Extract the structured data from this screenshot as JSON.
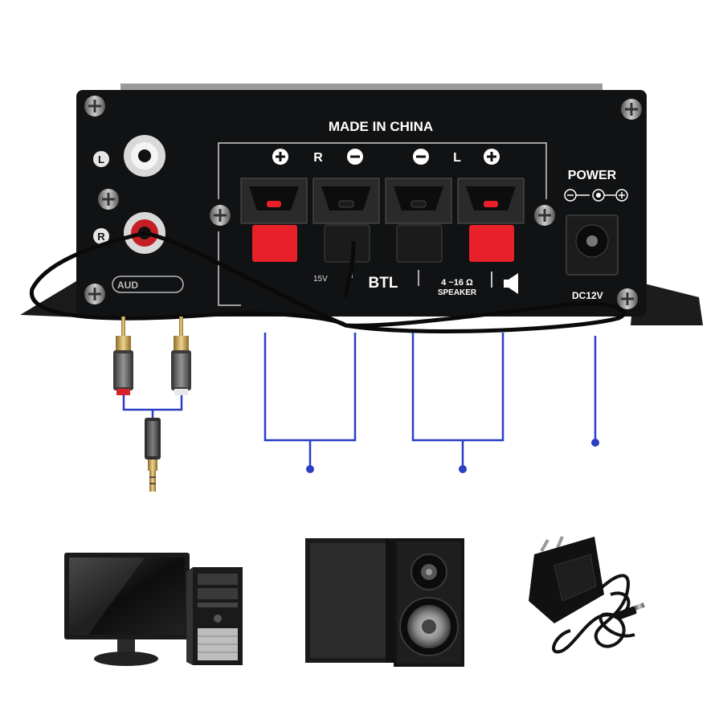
{
  "panel": {
    "made_in": "MADE IN CHINA",
    "jack_left": "L",
    "jack_right": "R",
    "ch_right": "R",
    "ch_left": "L",
    "btl": "BTL",
    "impedance": "4 ~16 Ω",
    "speaker": "SPEAKER",
    "power": "POWER",
    "dc": "DC12V",
    "audio_partial": "AUD",
    "volt_partial": "15V"
  },
  "colors": {
    "panel": "#111214",
    "connector_lines": "#2b3fc4",
    "terminal_red": "#e8202a",
    "terminal_black": "#1b1b1b"
  },
  "devices": [
    "computer-icon",
    "bookshelf-speakers-icon",
    "power-adapter-icon"
  ]
}
